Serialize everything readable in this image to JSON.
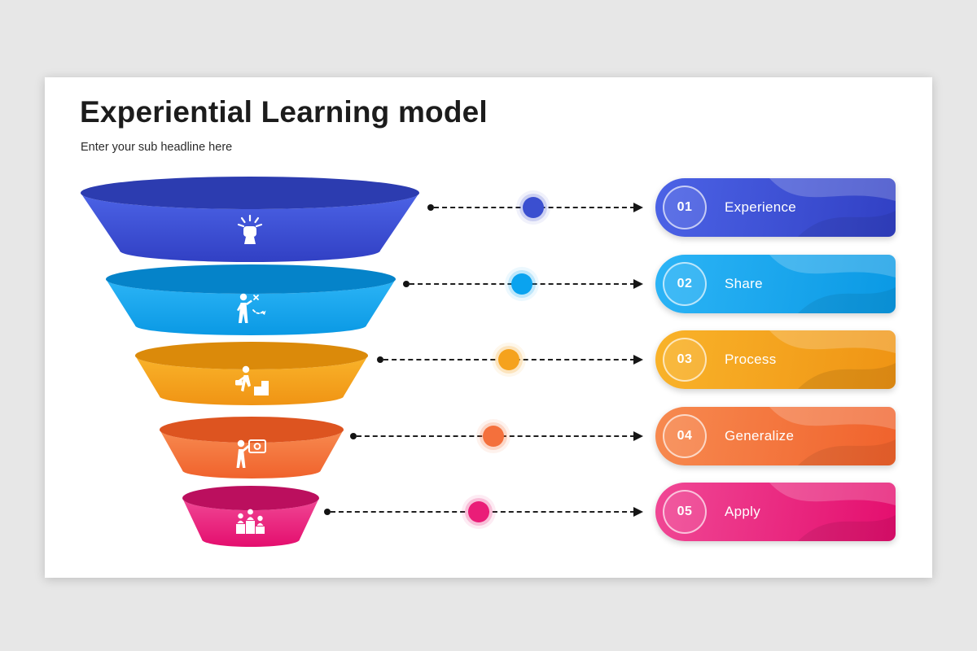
{
  "slide": {
    "title": "Experiential Learning model",
    "subtitle": "Enter your sub headline here"
  },
  "steps": [
    {
      "number": "01",
      "label": "Experience",
      "color": "#3b4fd0",
      "icon": "fist-idea-icon"
    },
    {
      "number": "02",
      "label": "Share",
      "color": "#0aa3ef",
      "icon": "person-strategy-icon"
    },
    {
      "number": "03",
      "label": "Process",
      "color": "#f5a21d",
      "icon": "person-climbing-stairs-icon"
    },
    {
      "number": "04",
      "label": "Generalize",
      "color": "#f4703c",
      "icon": "person-presenting-icon"
    },
    {
      "number": "05",
      "label": "Apply",
      "color": "#ea1d78",
      "icon": "podium-winners-icon"
    }
  ]
}
